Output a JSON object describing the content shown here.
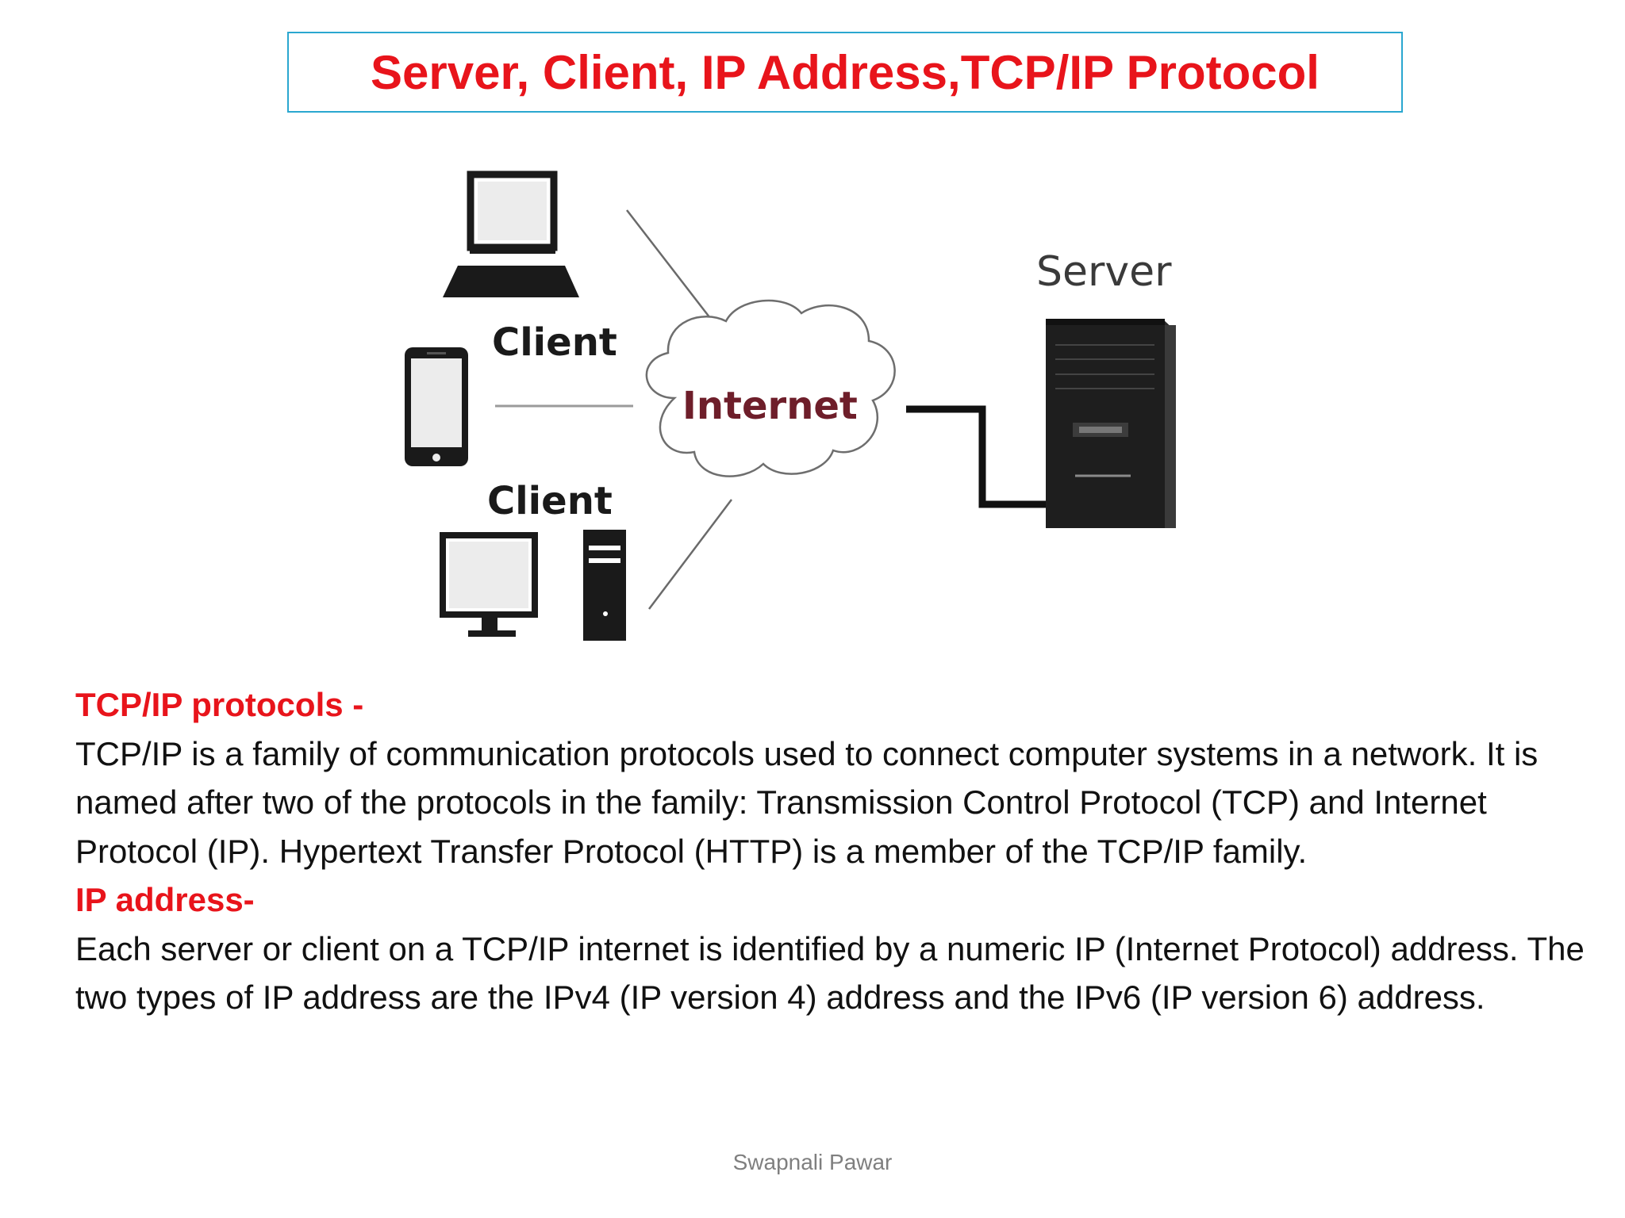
{
  "title": "Server, Client, IP Address,TCP/IP Protocol",
  "diagram": {
    "client_label_1": "Client",
    "client_label_2": "Client",
    "internet_label": "Internet",
    "server_label": "Server"
  },
  "sections": [
    {
      "heading": "TCP/IP protocols -",
      "body": "TCP/IP is a family of communication protocols used to connect computer systems in a network. It is named after two of the protocols in the family: Transmission Control Protocol (TCP) and Internet Protocol (IP). Hypertext Transfer Protocol (HTTP) is a member of the TCP/IP family."
    },
    {
      "heading": "IP address-",
      "body": "Each server or client on a TCP/IP internet is identified by a numeric IP (Internet Protocol) address. The two types of IP address are the IPv4 (IP version 4) address and the IPv6 (IP version 6) address."
    }
  ],
  "footer": "Swapnali Pawar",
  "colors": {
    "heading_red": "#e8141b",
    "title_border": "#2aa7d0",
    "footer_gray": "#7f7f7f"
  }
}
